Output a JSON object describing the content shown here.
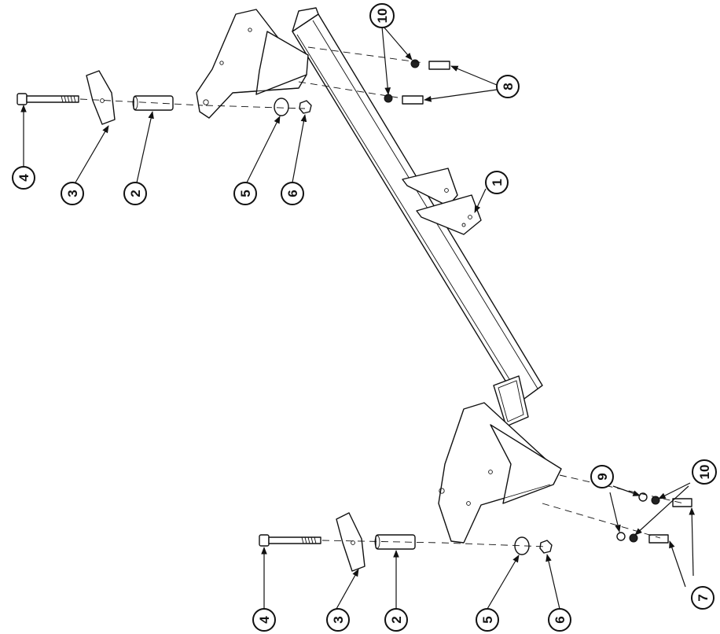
{
  "callouts": {
    "b1": "1",
    "b2_top": "2",
    "b2_bottom": "2",
    "b3_top": "3",
    "b3_bottom": "3",
    "b4_top": "4",
    "b4_bottom": "4",
    "b5_top": "5",
    "b5_bottom": "5",
    "b6_top": "6",
    "b6_bottom": "6",
    "b7": "7",
    "b8": "8",
    "b9": "9",
    "b10_top": "10",
    "b10_bottom": "10"
  }
}
